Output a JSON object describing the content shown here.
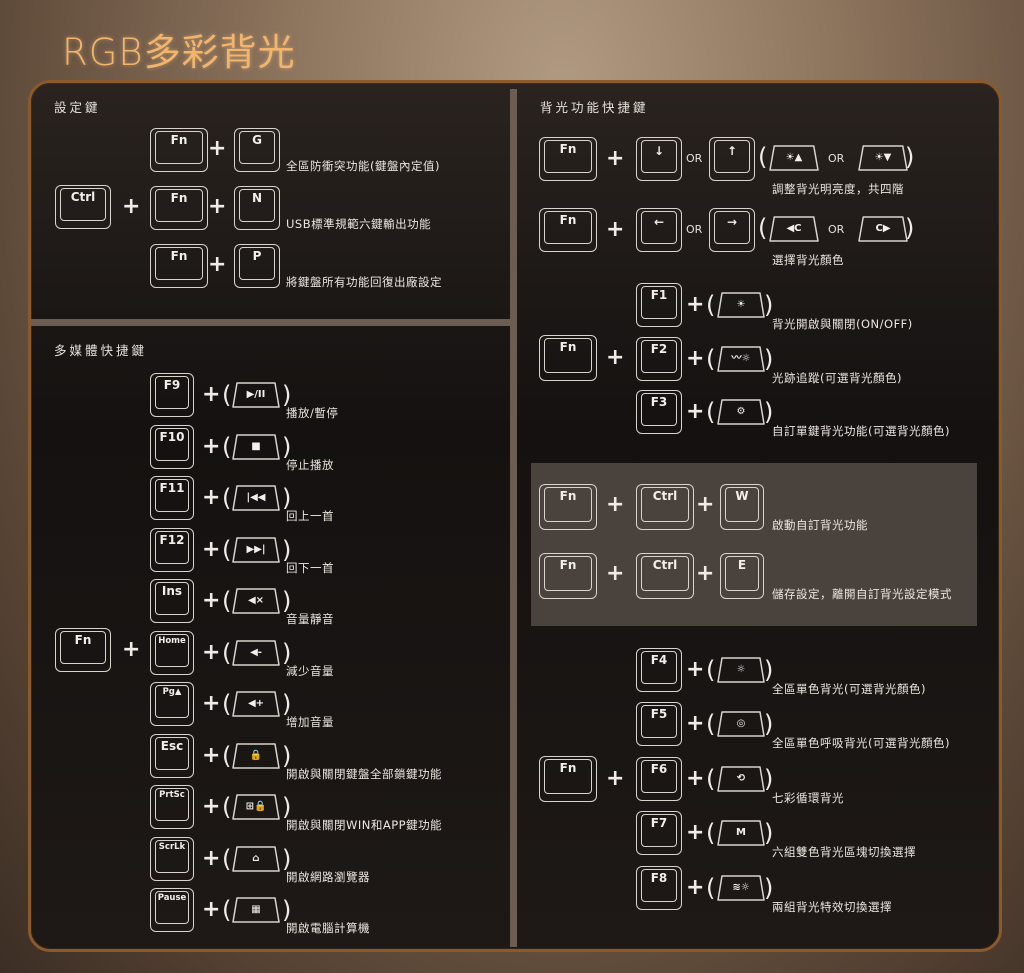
{
  "title": "RGB多彩背光",
  "sections": {
    "settings": "設定鍵",
    "multimedia": "多媒體快捷鍵",
    "backlight": "背光功能快捷鍵"
  },
  "keys": {
    "fn": "Fn",
    "ctrl": "Ctrl",
    "g": "G",
    "n": "N",
    "p": "P",
    "w": "W",
    "e": "E",
    "f1": "F1",
    "f2": "F2",
    "f3": "F3",
    "f4": "F4",
    "f5": "F5",
    "f6": "F6",
    "f7": "F7",
    "f8": "F8",
    "f9": "F9",
    "f10": "F10",
    "f11": "F11",
    "f12": "F12",
    "ins": "Ins",
    "home": "Home",
    "pgup": "Pg▲",
    "esc": "Esc",
    "prtsc": "PrtSc",
    "scrlk": "ScrLk",
    "pause": "Pause",
    "up": "↑",
    "down": "↓",
    "left": "←",
    "right": "→"
  },
  "fn_glyphs": {
    "bright_up": "☀▲",
    "bright_down": "☀▼",
    "color_prev": "◀C",
    "color_next": "C▶",
    "f1": "☀",
    "f2": "〰☼",
    "f3": "⚙",
    "f4": "☼",
    "f5": "◎",
    "f6": "⟲",
    "f7": "M",
    "f8": "≋☼",
    "play": "▶/II",
    "stop": "■",
    "prev": "|◀◀",
    "next": "▶▶|",
    "mute": "◀×",
    "voldown": "◀-",
    "volup": "◀+",
    "lock": "🔒",
    "winlock": "⊞🔒",
    "home": "⌂",
    "calc": "▦"
  },
  "plus": "+",
  "or": "OR",
  "open_paren": "(",
  "close_paren": ")",
  "settings_labels": {
    "g": "全區防衝突功能(鍵盤內定值)",
    "n": "USB標準規範六鍵輸出功能",
    "p": "將鍵盤所有功能回復出廠設定"
  },
  "media_labels": {
    "f9": "播放/暫停",
    "f10": "停止播放",
    "f11": "回上一首",
    "f12": "回下一首",
    "ins": "音量靜音",
    "home": "減少音量",
    "pgup": "增加音量",
    "esc": "開啟與關閉鍵盤全部鎖鍵功能",
    "prtsc": "開啟與關閉WIN和APP鍵功能",
    "scrlk": "開啟網路瀏覽器",
    "pause": "開啟電腦計算機"
  },
  "backlight_labels": {
    "brightness": "調整背光明亮度，共四階",
    "color": "選擇背光顏色",
    "f1": "背光開啟與關閉(ON/OFF)",
    "f2": "光跡追蹤(可選背光顏色)",
    "f3": "自訂單鍵背光功能(可選背光顏色)",
    "w": "啟動自訂背光功能",
    "e": "儲存設定，離開自訂背光設定模式",
    "f4": "全區單色背光(可選背光顏色)",
    "f5": "全區單色呼吸背光(可選背光顏色)",
    "f6": "七彩循環背光",
    "f7": "六組雙色背光區塊切換選擇",
    "f8": "兩組背光特效切換選擇"
  }
}
